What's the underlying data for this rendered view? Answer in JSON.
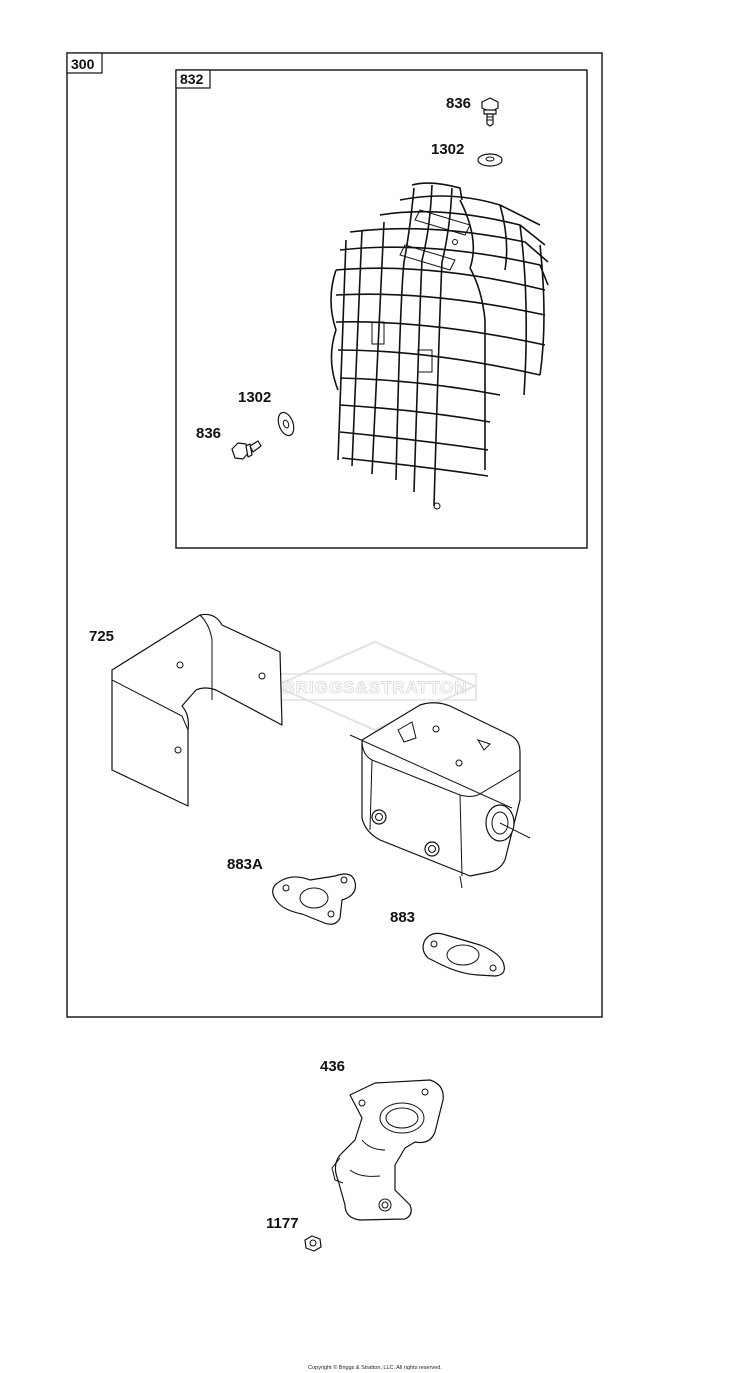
{
  "groups": {
    "outer_tag": "300",
    "inner_tag": "832"
  },
  "labels": {
    "bolt_top": "836",
    "washer_top": "1302",
    "washer_left": "1302",
    "bolt_left": "836",
    "heat_shield": "725",
    "gasket_a": "883A",
    "gasket": "883",
    "exhaust_pipe": "436",
    "nut": "1177"
  },
  "watermark": "BRIGGS&STRATTON",
  "copyright": "Copyright © Briggs & Stratton, LLC. All rights reserved."
}
